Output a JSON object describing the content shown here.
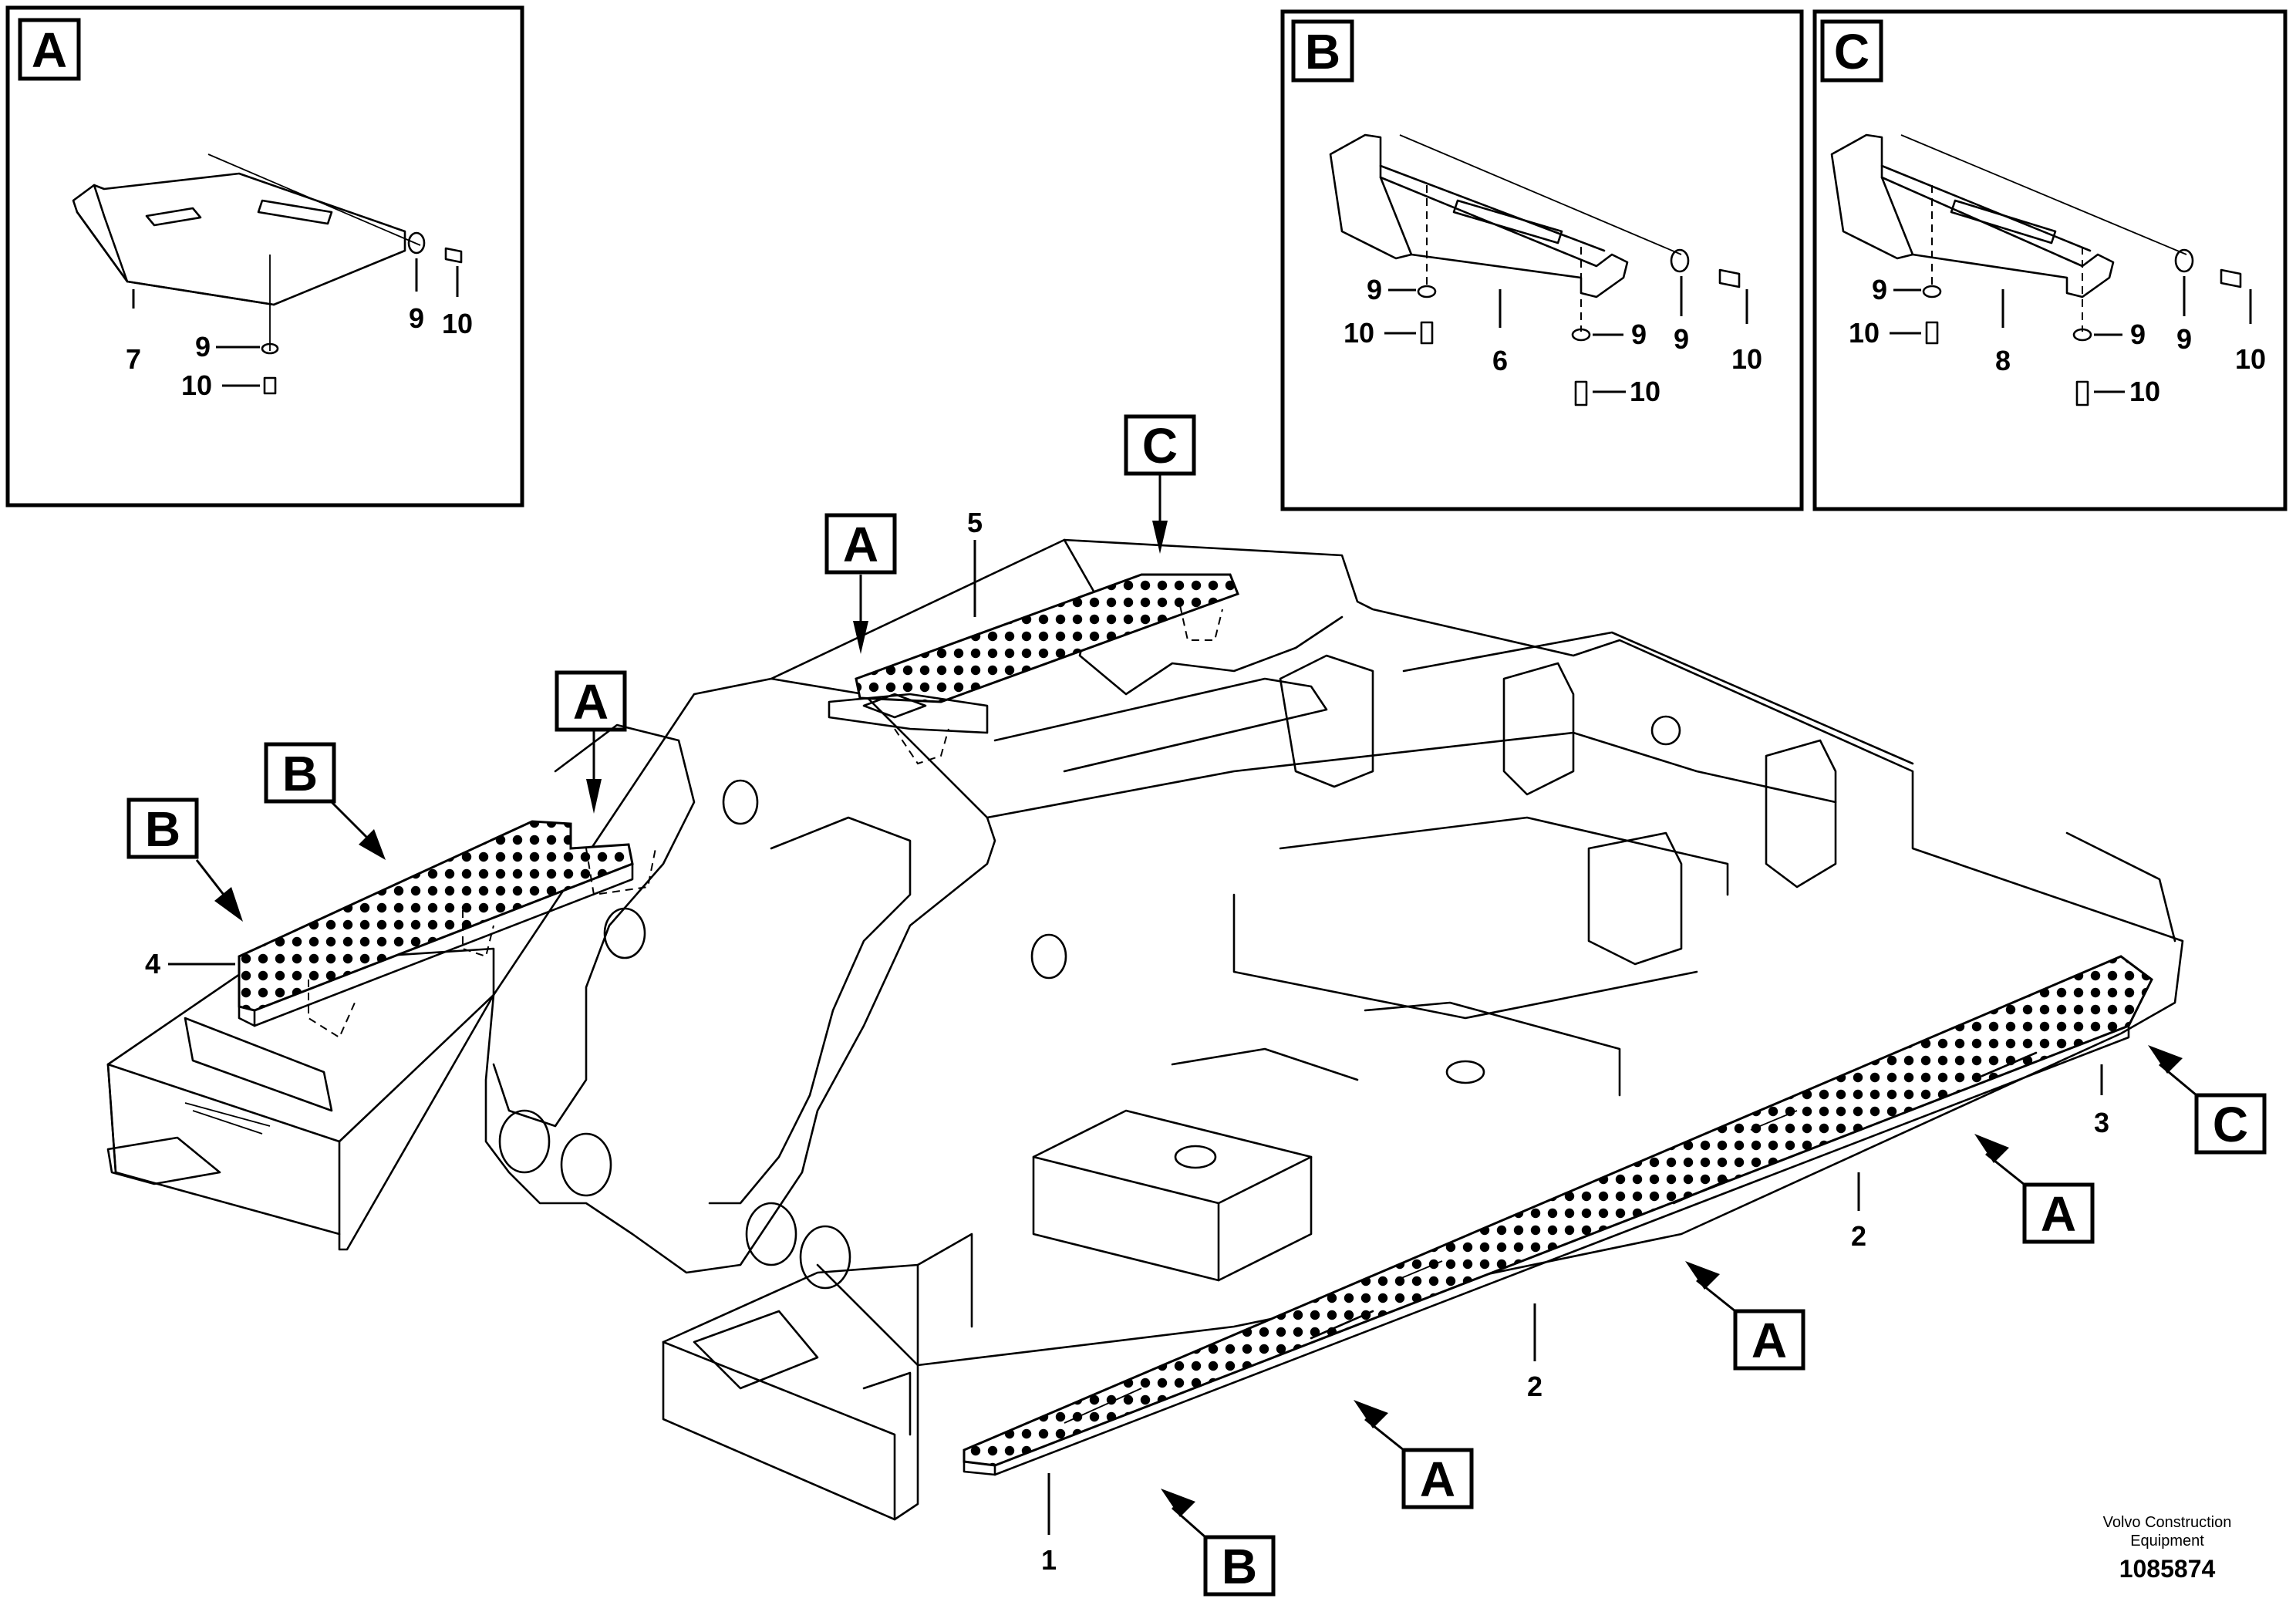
{
  "insets": [
    {
      "id": "A",
      "letter": "A",
      "part_numbers": [
        "7",
        "9",
        "10",
        "9",
        "10"
      ]
    },
    {
      "id": "B",
      "letter": "B",
      "part_numbers": [
        "6",
        "9",
        "10",
        "9",
        "10",
        "9",
        "10"
      ]
    },
    {
      "id": "C",
      "letter": "C",
      "part_numbers": [
        "8",
        "9",
        "10",
        "9",
        "10",
        "9",
        "10"
      ]
    }
  ],
  "main_callouts": [
    "A",
    "B",
    "B",
    "A",
    "C",
    "A",
    "A",
    "A",
    "C",
    "B"
  ],
  "main_part_numbers": [
    "4",
    "5",
    "1",
    "2",
    "2",
    "3"
  ],
  "footer": {
    "credit_line1": "Volvo Construction",
    "credit_line2": "Equipment",
    "drawing_number": "1085874"
  }
}
